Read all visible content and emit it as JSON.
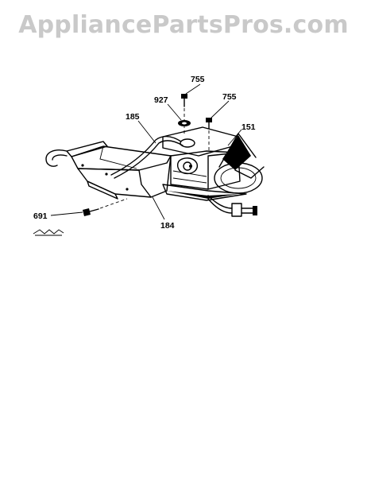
{
  "watermark": "AppliancePartsPros.com",
  "callouts": {
    "p755_top": "755",
    "p927": "927",
    "p755_right": "755",
    "p185": "185",
    "p151": "151",
    "p691": "691",
    "p184": "184"
  }
}
